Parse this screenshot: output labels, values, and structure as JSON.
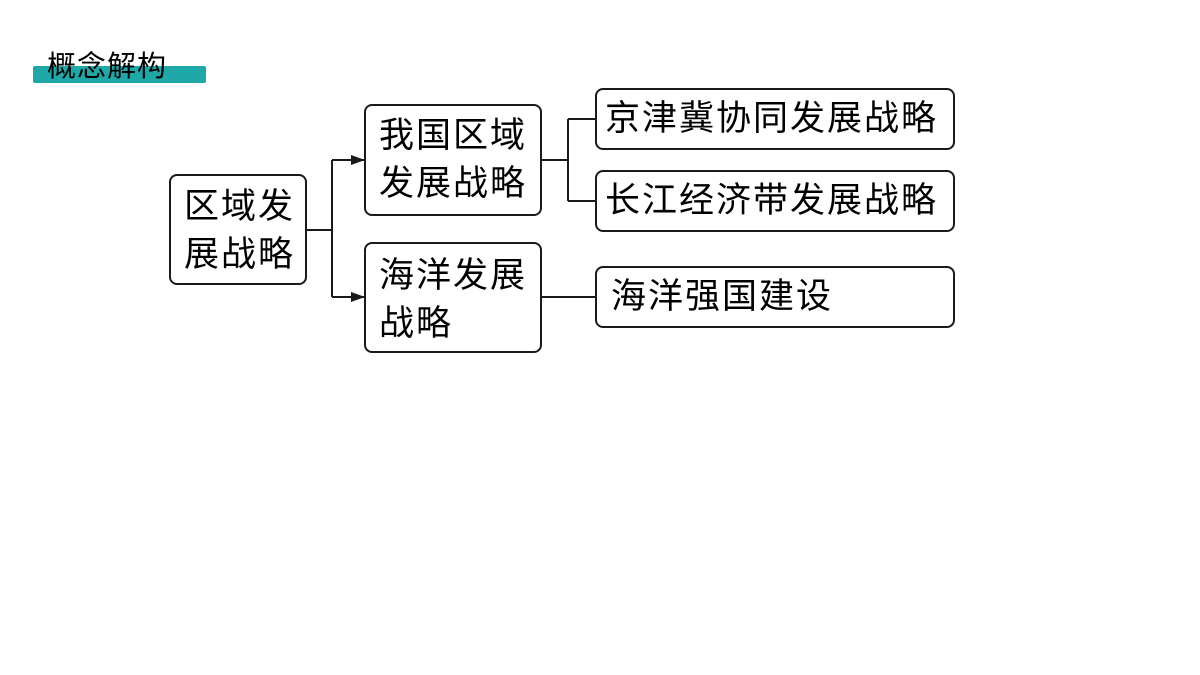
{
  "header": {
    "title": "概念解构",
    "accent_color": "#1fa8a8"
  },
  "diagram": {
    "root": {
      "line1": "区域发",
      "line2": "展战略"
    },
    "domestic": {
      "line1": "我国区域",
      "line2": "发展战略"
    },
    "ocean": {
      "line1": "海洋发展",
      "line2": "战略"
    },
    "leaves": {
      "jjj": "京津冀协同发展战略",
      "yangtze": "长江经济带发展战略",
      "maritime": "海洋强国建设"
    }
  }
}
